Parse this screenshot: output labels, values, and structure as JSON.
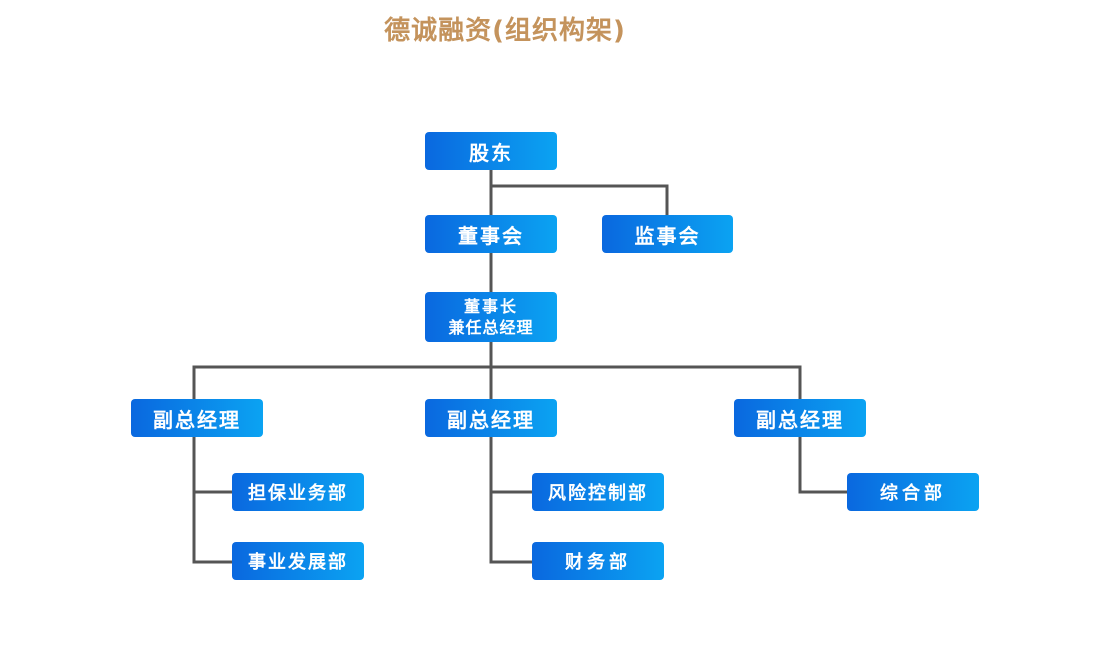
{
  "title": "德诚融资(组织构架)",
  "colors": {
    "title": "#c4935c",
    "box_start": "#0a68df",
    "box_end": "#0ba3f2",
    "line": "#555555"
  },
  "nodes": {
    "shareholders": "股东",
    "board": "董事会",
    "supervisory": "监事会",
    "chairman_line1": "董事长",
    "chairman_line2": "兼任总经理",
    "vp1": "副总经理",
    "vp2": "副总经理",
    "vp3": "副总经理",
    "guarantee": "担保业务部",
    "business_dev": "事业发展部",
    "risk_control": "风险控制部",
    "finance": "财务部",
    "general": "综合部"
  }
}
